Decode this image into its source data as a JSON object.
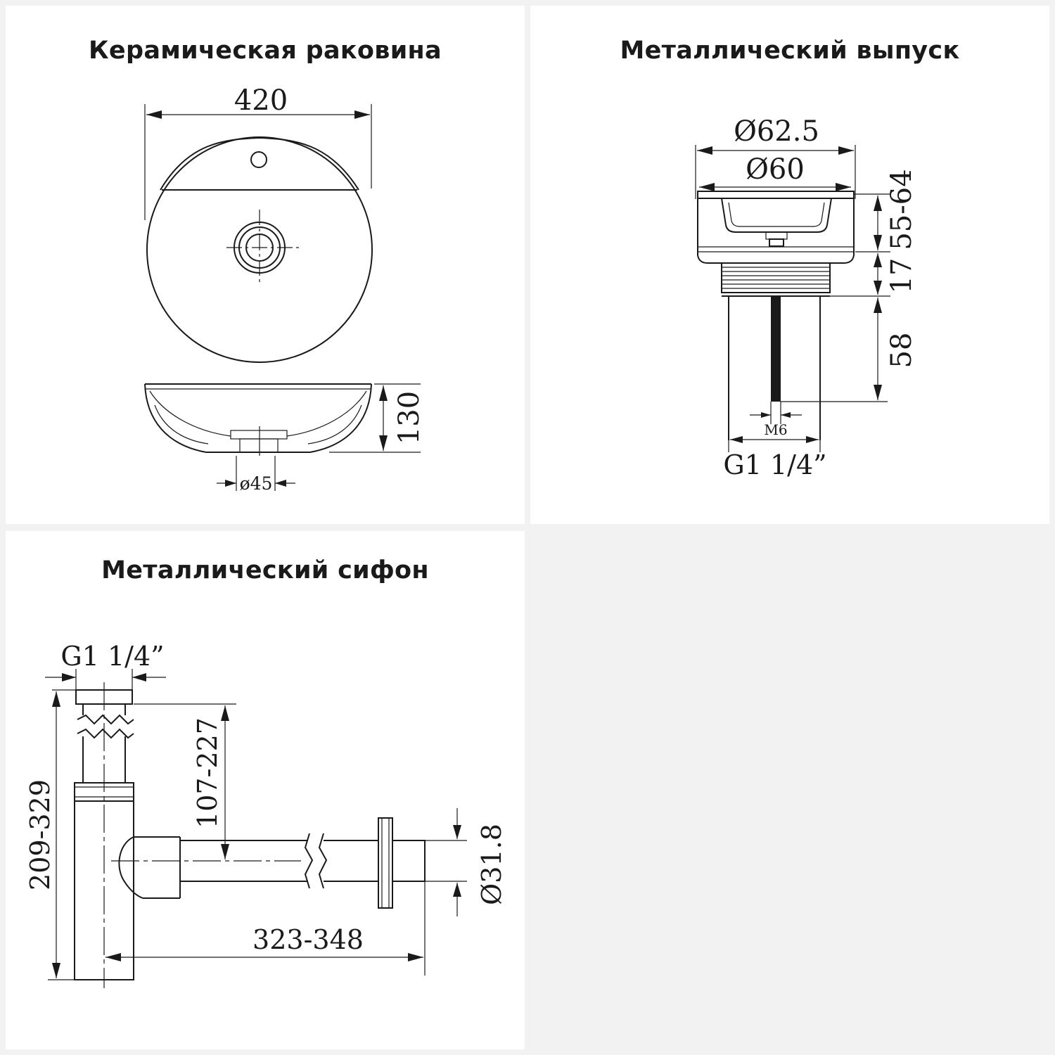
{
  "panels": {
    "sink": {
      "title": "Керамическая раковина",
      "dims": {
        "width": "420",
        "height": "130",
        "drain": "ø45"
      }
    },
    "outlet": {
      "title": "Металлический выпуск",
      "dims": {
        "outer": "Ø62.5",
        "inner": "Ø60",
        "adjust": "55-64",
        "thread_len": "17",
        "stem_len": "58",
        "bolt": "M6",
        "thread": "G1 1/4”"
      }
    },
    "siphon": {
      "title": "Металлический сифон",
      "dims": {
        "inlet": "G1 1/4”",
        "height": "209-329",
        "outlet_height": "107-227",
        "length": "323-348",
        "pipe": "Ø31.8"
      }
    }
  }
}
